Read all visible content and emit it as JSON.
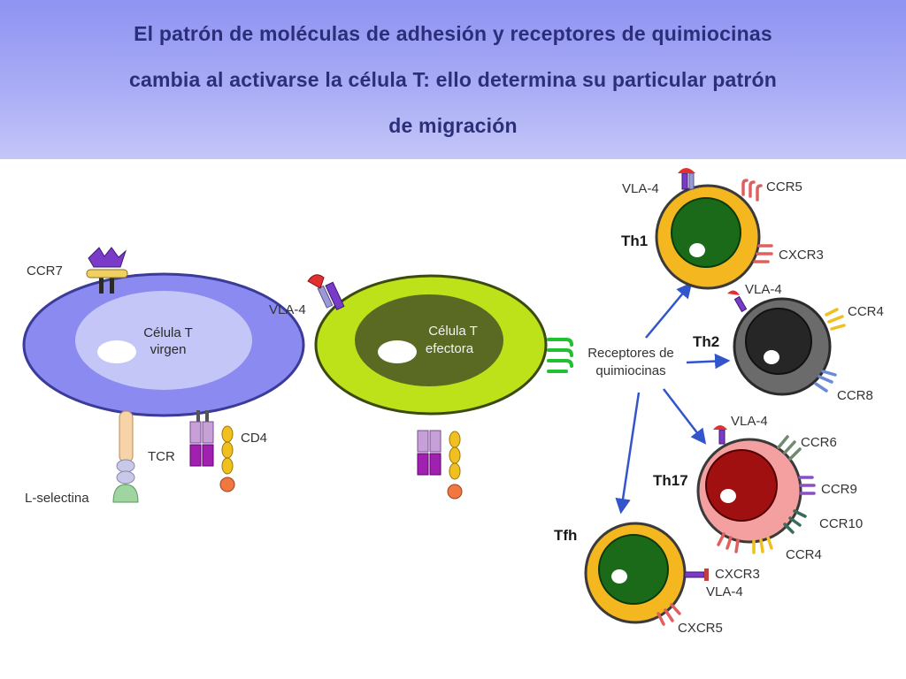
{
  "header": {
    "title_line1": "El patrón de moléculas de adhesión y receptores de quimiocinas",
    "title_line2": "cambia al activarse la célula T: ello determina su particular patrón",
    "title_line3": "de migración"
  },
  "naive_cell": {
    "name_line1": "Célula T",
    "name_line2": "virgen",
    "ccr7": "CCR7",
    "tcr": "TCR",
    "cd4": "CD4",
    "lselectin": "L-selectina"
  },
  "effector_cell": {
    "name_line1": "Célula  T",
    "name_line2": "efectora",
    "vla4": "VLA-4"
  },
  "center": {
    "line1": "Receptores de",
    "line2": "quimiocinas"
  },
  "th1": {
    "name": "Th1",
    "vla4": "VLA-4",
    "ccr5": "CCR5",
    "cxcr3": "CXCR3"
  },
  "th2": {
    "name": "Th2",
    "vla4": "VLA-4",
    "ccr4": "CCR4",
    "ccr8": "CCR8"
  },
  "th17": {
    "name": "Th17",
    "vla4": "VLA-4",
    "ccr6": "CCR6",
    "ccr9": "CCR9",
    "ccr10": "CCR10",
    "ccr4": "CCR4"
  },
  "tfh": {
    "name": "Tfh",
    "cxcr3": "CXCR3",
    "vla4": "VLA-4",
    "cxcr5": "CXCR5"
  },
  "colors": {
    "arrow": "#3355cc",
    "naive_membrane": "#8a8af0",
    "effector_membrane": "#bde21a",
    "th1_membrane": "#f5b720",
    "th2_membrane": "#6b6b6b",
    "th17_membrane": "#f4a0a0",
    "tfh_membrane": "#f5b720"
  }
}
